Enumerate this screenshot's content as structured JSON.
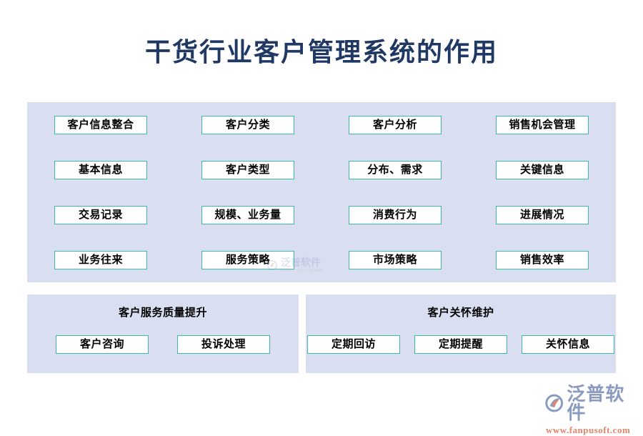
{
  "title": "干货行业客户管理系统的作用",
  "theme": {
    "title_color": "#203864",
    "panel_bg": "#d9dff1",
    "box_border": "#3cb8ad",
    "box_bg": "#ffffff",
    "box_text": "#000000",
    "brand_color": "#8b9bbf",
    "brand_url_color": "#e2866a"
  },
  "main_panel": {
    "columns": [
      {
        "items": [
          "客户信息整合",
          "基本信息",
          "交易记录",
          "业务往来"
        ]
      },
      {
        "items": [
          "客户分类",
          "客户类型",
          "规模、业务量",
          "服务策略"
        ]
      },
      {
        "items": [
          "客户分析",
          "分布、需求",
          "消费行为",
          "市场策略"
        ]
      },
      {
        "items": [
          "销售机会管理",
          "关键信息",
          "进展情况",
          "销售效率"
        ]
      }
    ],
    "grid_flat": [
      "客户信息整合",
      "客户分类",
      "客户分析",
      "销售机会管理",
      "基本信息",
      "客户类型",
      "分布、需求",
      "关键信息",
      "交易记录",
      "规模、业务量",
      "消费行为",
      "进展情况",
      "业务往来",
      "服务策略",
      "市场策略",
      "销售效率"
    ]
  },
  "bottom_panels": [
    {
      "title": "客户服务质量提升",
      "items": [
        "客户咨询",
        "投诉处理"
      ]
    },
    {
      "title": "客户关怀维护",
      "items": [
        "定期回访",
        "定期提醒",
        "关怀信息"
      ]
    }
  ],
  "watermark": {
    "name": "泛普软件",
    "sub": "FANPU SOFTWARE"
  },
  "brand": {
    "name": "泛普软件",
    "url": "www.fanpusoft.com"
  }
}
